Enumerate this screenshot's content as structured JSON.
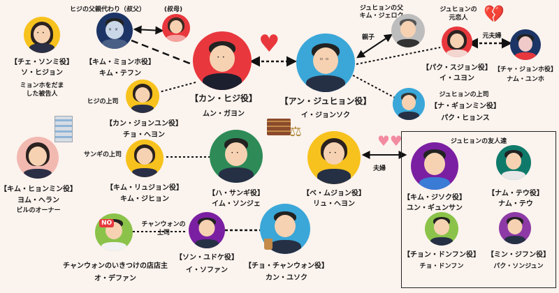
{
  "people": {
    "che": {
      "role": "【チェ・ソンミ役】",
      "actor": "ソ・ヒジョン",
      "note1": "ミョンホをだま",
      "note2": "した被告人"
    },
    "kim_myungho": {
      "top": "ヒジの父親代わり（叔父）",
      "role": "【キム・ミョンホ役】",
      "actor": "キム・テフン"
    },
    "aunt": {
      "top": "(叔母)"
    },
    "kang_hiji": {
      "role": "【カン・ヒジ役】",
      "actor": "ムン・ガヨン"
    },
    "ahn": {
      "role": "【アン・ジュヒョン役】",
      "actor": "イ・ジョンソク"
    },
    "kim_jeryu": {
      "top1": "ジュヒョンの父",
      "top2": "キム・ジェロク",
      "link": "親子"
    },
    "park": {
      "top1": "ジュヒョンの",
      "top2": "元恋人",
      "role": "【パク・スジョン役】",
      "actor": "イ・ユヨン",
      "link": "元夫婦"
    },
    "cha": {
      "role": "【チャ・ジョンホ役】",
      "actor": "ナム・ユンホ"
    },
    "na": {
      "top": "ジュヒョンの上司",
      "role": "【ナ・ギョンミン役】",
      "actor": "パク・ヒョンス"
    },
    "kang_jungyun": {
      "top": "ヒジの上司",
      "role": "【カン・ジョンユン役】",
      "actor": "チョ・ヘヨン"
    },
    "kim_hyunmin": {
      "role": "【キム・ヒョンミン役】",
      "actor": "ヨム・ヘラン",
      "note": "ビルのオーナー"
    },
    "kim_ryujin": {
      "top": "サンギの上司",
      "role": "【キム・リュジョン役】",
      "actor": "キム・ジヒョン"
    },
    "ha": {
      "role": "【ハ・サンギ役】",
      "actor": "イム・ソンジェ"
    },
    "be": {
      "role": "【ベ・ムジョン役】",
      "actor": "リュ・ヘヨン",
      "link": "夫婦"
    },
    "friends": {
      "title": "ジュヒョンの友人達",
      "kim_jisuk": {
        "role": "【キム・ジソク役】",
        "actor": "ユン・ギュンサン"
      },
      "nam": {
        "role": "【ナム・テウ役】",
        "actor": "ナム・テウ"
      },
      "jeong": {
        "role": "【チョン・ドンフン役】",
        "actor": "チョ・ドンフン"
      },
      "min": {
        "role": "【ミン・ジフン役】",
        "actor": "パク・ソンジュン"
      }
    },
    "o": {
      "role": "チャンウォンのいきつけの店店主",
      "actor": "オ・デファン",
      "badge": "NO"
    },
    "son": {
      "top1": "チャンウォンの",
      "top2": "上司",
      "role": "【ソン・ユドケ役】",
      "actor": "イ・ソファン"
    },
    "cho": {
      "role": "【チョ・チャンウォン役】",
      "actor": "カン・ユソク"
    }
  },
  "colors": {
    "yellow": "#f7c21d",
    "navy": "#1d3566",
    "red": "#e8383d",
    "gray": "#bdbdbd",
    "green": "#2e8b57",
    "blue": "#3aa7d8",
    "pink": "#f2b9b1",
    "purple": "#7b1fa2",
    "teal": "#0f7a6a",
    "lightgreen": "#8bc34a",
    "violet": "#8e3aa6"
  }
}
